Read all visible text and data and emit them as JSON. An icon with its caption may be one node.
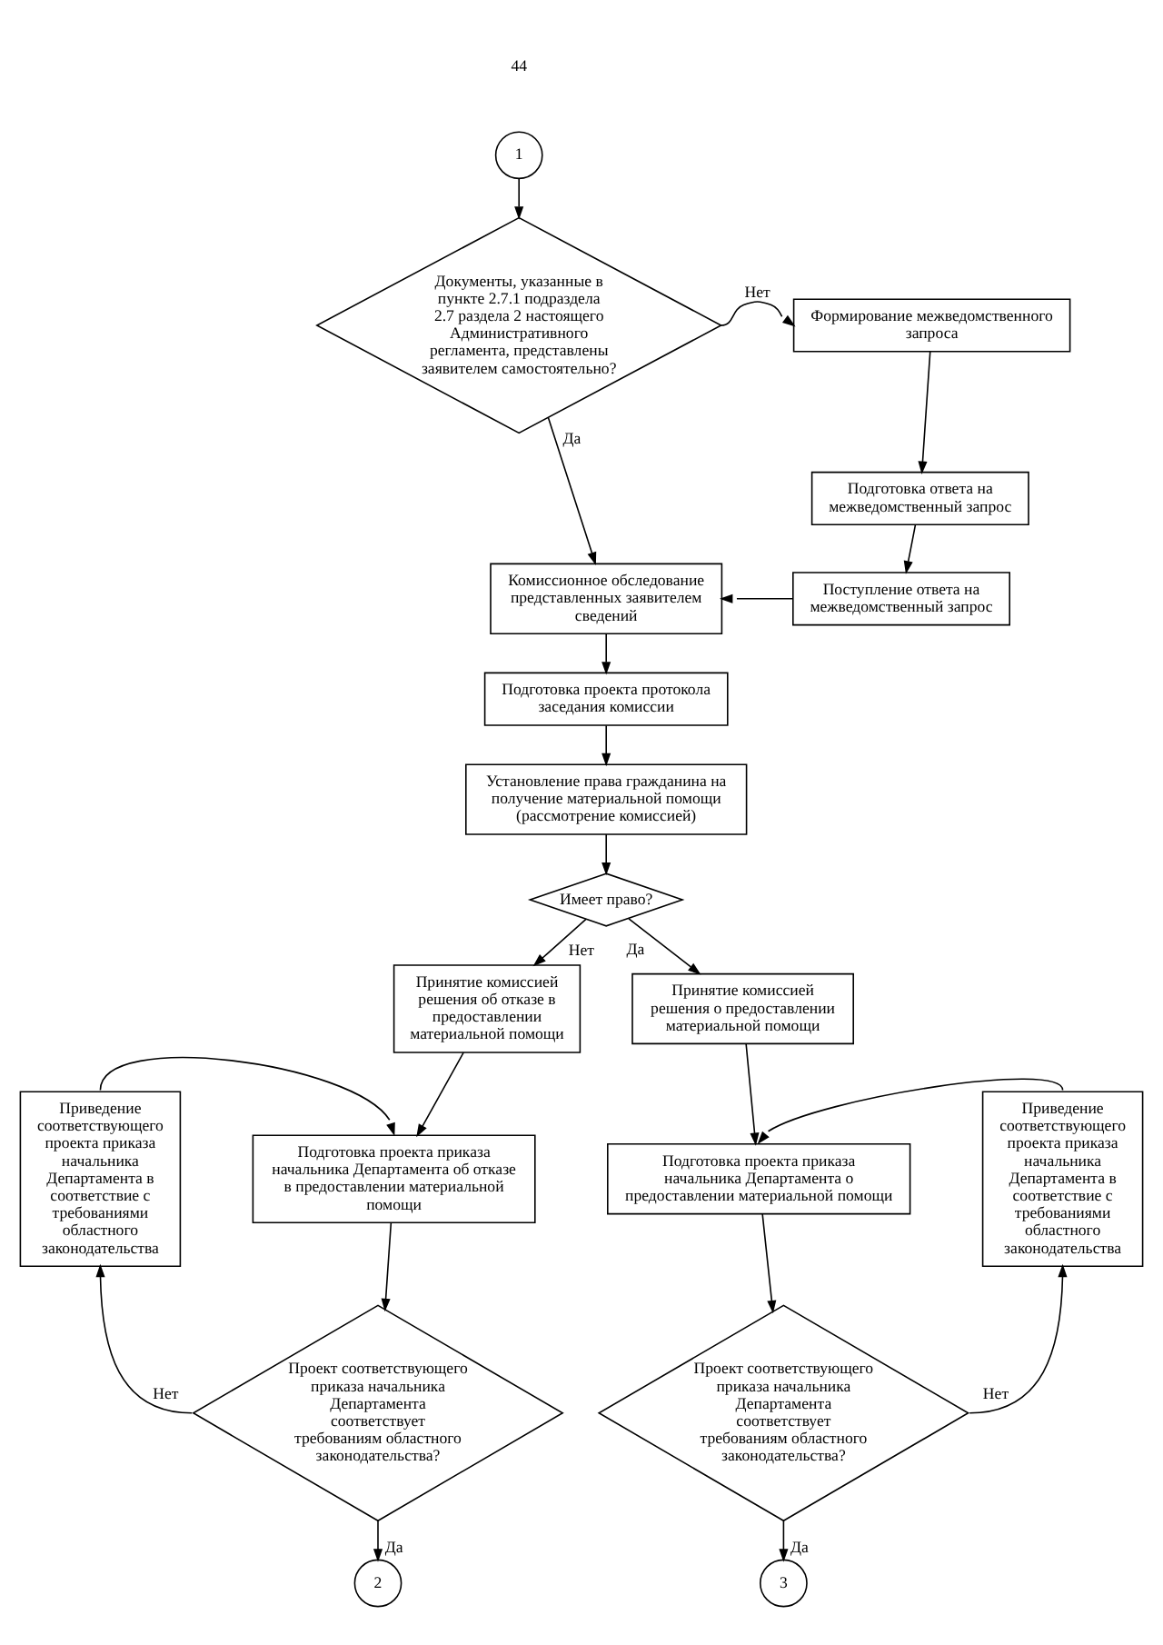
{
  "diagram": {
    "nodes": [
      {
        "text": [
          "1"
        ]
      },
      {
        "text": [
          "Документы, указанные в пункте 2.7.1 подраздела 2.7 раздела 2 настоящего Административного регламента, представлены заявителем самостоятельно?"
        ]
      },
      {
        "text": [
          "Формирование межведомственного запроса"
        ]
      },
      {
        "text": [
          "Подготовка ответа на межведомственный запрос"
        ]
      },
      {
        "text": [
          "Поступление ответа на межведомственный запрос"
        ]
      },
      {
        "text": [
          "Комиссионное обследование представленных заявителем сведений"
        ]
      },
      {
        "text": [
          "Подготовка проекта протокола заседания комиссии"
        ]
      },
      {
        "text": [
          "Установление права гражданина на получение материальной помощи (рассмотрение комиссией)"
        ]
      },
      {
        "text": [
          "Имеет право?"
        ]
      },
      {
        "text": [
          "Принятие комиссией решения об отказе в предоставлении материальной помощи"
        ]
      },
      {
        "text": [
          "Принятие комиссией решения о предоставлении материальной помощи"
        ]
      },
      {
        "text": [
          "Приведение соответствующего проекта приказа начальника Департамента в соответствие с требованиями областного законодательства"
        ]
      },
      {
        "text": [
          "Подготовка проекта приказа начальника Департамента об отказе в предоставлении материальной помощи"
        ]
      },
      {
        "text": [
          "Подготовка проекта приказа начальника Департамента о предоставлении материальной помощи"
        ]
      },
      {
        "text": [
          "Приведение соответствующего проекта приказа начальника Департамента в соответствие с требованиями областного законодательства"
        ]
      },
      {
        "text": [
          "Проект соответствующего приказа начальника Департамента соответствует требованиям областного законодательства?"
        ]
      },
      {
        "text": [
          "Проект соответствующего приказа начальника Департамента соответствует требованиям областного законодательства?"
        ]
      },
      {
        "text": [
          "2"
        ]
      },
      {
        "text": [
          "3"
        ]
      }
    ],
    "edges": [
      {
        "from": 0,
        "to": 1,
        "arrow": "to"
      },
      {
        "from": 1,
        "to": 2,
        "arrow": "to",
        "label": "Нет"
      },
      {
        "from": 1,
        "to": 5,
        "arrow": "to",
        "label": "Да"
      },
      {
        "from": 2,
        "to": 3,
        "arrow": "to"
      },
      {
        "from": 3,
        "to": 4,
        "arrow": "to"
      },
      {
        "from": 4,
        "to": 5,
        "arrow": "to"
      },
      {
        "from": 5,
        "to": 6,
        "arrow": "to"
      },
      {
        "from": 6,
        "to": 7,
        "arrow": "to"
      },
      {
        "from": 7,
        "to": 8,
        "arrow": "to"
      },
      {
        "from": 8,
        "to": 9,
        "arrow": "to",
        "label": "Нет"
      },
      {
        "from": 8,
        "to": 10,
        "arrow": "to",
        "label": "Да"
      },
      {
        "from": 9,
        "to": 12,
        "arrow": "to"
      },
      {
        "from": 10,
        "to": 13,
        "arrow": "to"
      },
      {
        "from": 11,
        "to": 12,
        "arrow": "to"
      },
      {
        "from": 14,
        "to": 13,
        "arrow": "to"
      },
      {
        "from": 12,
        "to": 15,
        "arrow": "to"
      },
      {
        "from": 13,
        "to": 16,
        "arrow": "to"
      },
      {
        "from": 15,
        "to": 11,
        "arrow": "to",
        "label": "Нет"
      },
      {
        "from": 15,
        "to": 17,
        "arrow": "to",
        "label": "Да"
      },
      {
        "from": 16,
        "to": 14,
        "arrow": "to",
        "label": "Нет"
      },
      {
        "from": 16,
        "to": 18,
        "arrow": "to",
        "label": "Да"
      }
    ],
    "labels": [
      "44"
    ]
  }
}
